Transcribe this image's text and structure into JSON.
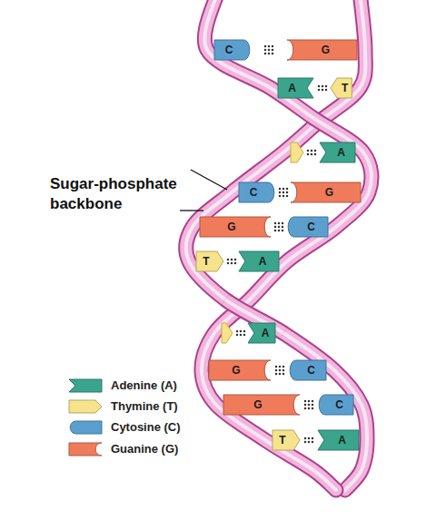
{
  "diagram": {
    "nodes": [
      {
        "text": [
          "C"
        ]
      },
      {
        "text": [
          "G"
        ]
      },
      {
        "text": [
          "A"
        ]
      },
      {
        "text": [
          "T"
        ]
      },
      {
        "text": [
          "A"
        ]
      },
      {
        "text": [
          "C"
        ]
      },
      {
        "text": [
          "G"
        ]
      },
      {
        "text": [
          "G"
        ]
      },
      {
        "text": [
          "C"
        ]
      },
      {
        "text": [
          "T"
        ]
      },
      {
        "text": [
          "A"
        ]
      },
      {
        "text": [
          "A"
        ]
      },
      {
        "text": [
          "G"
        ]
      },
      {
        "text": [
          "C"
        ]
      },
      {
        "text": [
          "G"
        ]
      },
      {
        "text": [
          "C"
        ]
      },
      {
        "text": [
          "T"
        ]
      },
      {
        "text": [
          "A"
        ]
      }
    ],
    "labels": [
      "Sugar-phosphate backbone"
    ],
    "legend": [
      {
        "text": "Adenine (A)",
        "color": "#3aa58c"
      },
      {
        "text": "Thymine (T)",
        "color": "#f6e38b"
      },
      {
        "text": "Cytosine (C)",
        "color": "#5b9fcf"
      },
      {
        "text": "Guanine (G)",
        "color": "#ef7b5b"
      }
    ]
  }
}
